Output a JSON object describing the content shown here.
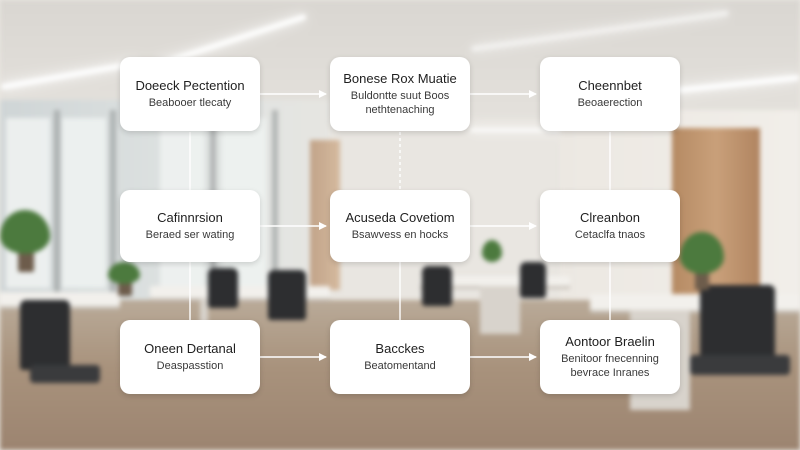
{
  "colors": {
    "node_fill": "#ffffff",
    "connector": "#ffffff",
    "text": "#1f1f1f"
  },
  "nodes": [
    {
      "id": "n1",
      "title": "Doeeck Pectention",
      "sub": "Beabooer tlecaty",
      "sub2": ""
    },
    {
      "id": "n2",
      "title": "Bonese Rox Muatie",
      "sub": "Buldontte suut Boos",
      "sub2": "nethtenaching"
    },
    {
      "id": "n3",
      "title": "Cheennbet",
      "sub": "Beoaerection",
      "sub2": ""
    },
    {
      "id": "n4",
      "title": "Cafinnrsion",
      "sub": "Beraed ser wating",
      "sub2": ""
    },
    {
      "id": "n5",
      "title": "Acuseda Covetiom",
      "sub": "Bsawvess en hocks",
      "sub2": ""
    },
    {
      "id": "n6",
      "title": "Clreanbon",
      "sub": "Cetaclfa tnaos",
      "sub2": ""
    },
    {
      "id": "n7",
      "title": "Oneen Dertanal",
      "sub": "Deaspasstion",
      "sub2": ""
    },
    {
      "id": "n8",
      "title": "Bacckes",
      "sub": "Beatomentand",
      "sub2": ""
    },
    {
      "id": "n9",
      "title": "Aontoor Braelin",
      "sub": "Benitoor fnecenning",
      "sub2": "bevrace Inranes"
    }
  ]
}
